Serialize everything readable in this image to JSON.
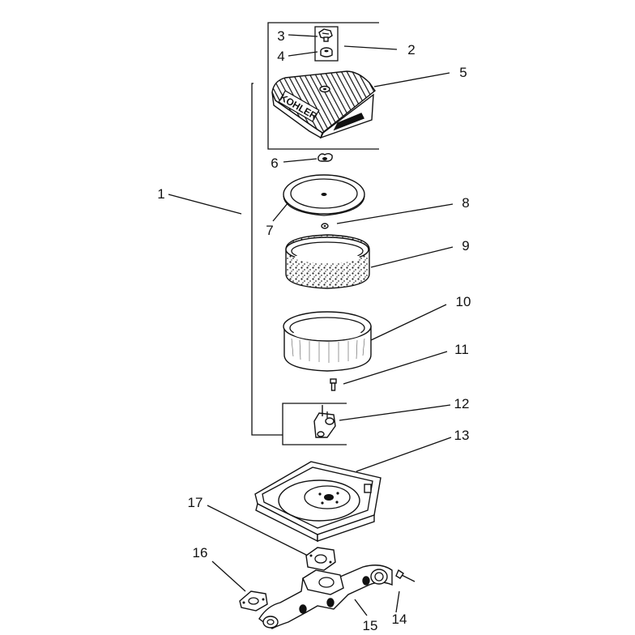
{
  "callouts": {
    "c1": "1",
    "c2": "2",
    "c3": "3",
    "c4": "4",
    "c5": "5",
    "c6": "6",
    "c7": "7",
    "c8": "8",
    "c9": "9",
    "c10": "10",
    "c11": "11",
    "c12": "12",
    "c13": "13",
    "c14": "14",
    "c15": "15",
    "c16": "16",
    "c17": "17"
  },
  "cover_brand": "KOHLER"
}
